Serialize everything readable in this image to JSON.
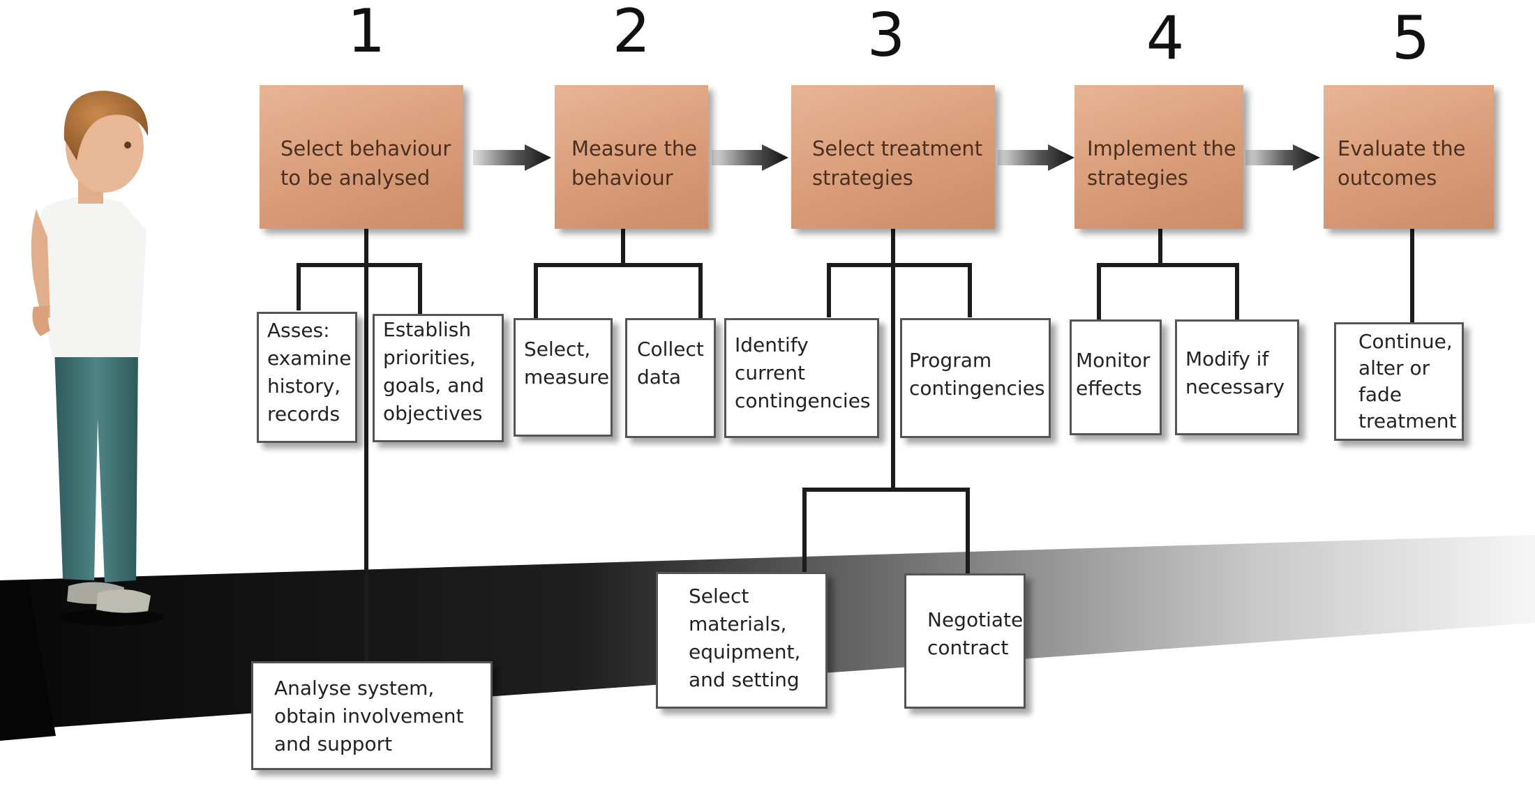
{
  "steps": [
    {
      "number": "1",
      "label_lines": [
        "Select behaviour",
        "to be analysed"
      ]
    },
    {
      "number": "2",
      "label_lines": [
        "Measure the",
        "behaviour"
      ]
    },
    {
      "number": "3",
      "label_lines": [
        "Select treatment",
        "strategies"
      ]
    },
    {
      "number": "4",
      "label_lines": [
        "Implement the",
        "strategies"
      ]
    },
    {
      "number": "5",
      "label_lines": [
        "Evaluate the",
        "outcomes"
      ]
    }
  ],
  "substeps": {
    "assess": [
      "Asses:",
      "examine",
      "history,",
      "records"
    ],
    "establish": [
      "Establish",
      "priorities,",
      "goals, and",
      "objectives"
    ],
    "analyse_system": [
      "Analyse system,",
      "obtain involvement",
      "and support"
    ],
    "select_measure": [
      "Select,",
      "measure"
    ],
    "collect_data": [
      "Collect",
      "data"
    ],
    "identify": [
      "Identify",
      "current",
      "contingencies"
    ],
    "program": [
      "Program",
      "contingencies"
    ],
    "select_materials": [
      "Select",
      "materials,",
      "equipment,",
      "and setting"
    ],
    "negotiate": [
      "Negotiate",
      "contract"
    ],
    "monitor": [
      "Monitor",
      "effects"
    ],
    "modify": [
      "Modify if",
      "necessary"
    ],
    "continue": [
      "Continue,",
      "alter or",
      "fade",
      "treatment"
    ]
  }
}
